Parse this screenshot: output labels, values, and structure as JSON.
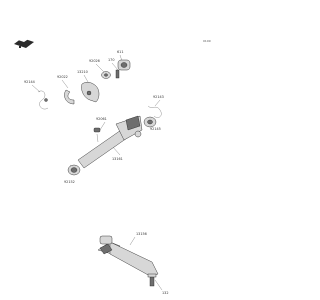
{
  "diagram": {
    "reference_code": "0109",
    "colors": {
      "line": "#2b2b2b",
      "fill": "#d7d7d7",
      "shade": "#6e6e6e",
      "paper": "#ffffff"
    },
    "icons": [
      "book-icon"
    ],
    "labels": {
      "p611": "611",
      "p92026": "92026",
      "p170": "170",
      "p13210": "13210",
      "p92022": "92022",
      "p92144": "92144",
      "p92143": "92143",
      "p92061": "92061",
      "p92145": "92145",
      "p13161": "13161",
      "p92152": "92152",
      "p13156": "13156",
      "p132": "132"
    }
  }
}
